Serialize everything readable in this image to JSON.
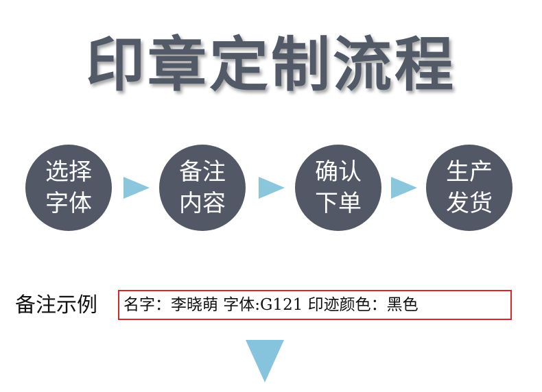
{
  "title": "印章定制流程",
  "steps": [
    {
      "line1": "选择",
      "line2": "字体"
    },
    {
      "line1": "备注",
      "line2": "内容"
    },
    {
      "line1": "确认",
      "line2": "下单"
    },
    {
      "line1": "生产",
      "line2": "发货"
    }
  ],
  "example": {
    "label": "备注示例",
    "text": "名字：李晓萌  字体:G121  印迹颜色：黑色"
  },
  "colors": {
    "circle": "#525866",
    "arrow": "#8bc7dc",
    "box_border": "#d8242b",
    "title": "#535a67"
  },
  "icons": [
    "right-arrow-icon",
    "down-arrow-icon"
  ]
}
